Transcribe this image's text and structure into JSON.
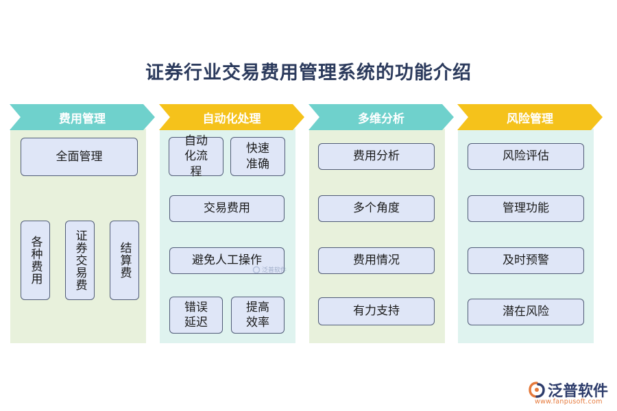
{
  "title": "证券行业交易费用管理系统的功能介绍",
  "columns": [
    {
      "header": "费用管理",
      "items": [
        "全面管理"
      ],
      "vertical_items": [
        "各种费用",
        "证券交易费",
        "结算费"
      ]
    },
    {
      "header": "自动化处理",
      "items": [
        "自动化流程",
        "快速准确",
        "交易费用",
        "避免人工操作",
        "错误延迟",
        "提高效率"
      ]
    },
    {
      "header": "多维分析",
      "items": [
        "费用分析",
        "多个角度",
        "费用情况",
        "有力支持"
      ]
    },
    {
      "header": "风险管理",
      "items": [
        "风险评估",
        "管理功能",
        "及时预警",
        "潜在风险"
      ]
    }
  ],
  "watermark": "泛普软件",
  "logo": {
    "name": "泛普软件",
    "url": "www.fanpusoft.com"
  },
  "colors": {
    "title": "#2b3a5c",
    "header_teal": "#6fd1cc",
    "header_yellow": "#f5c21b",
    "bg_green": "#e8f1dc",
    "bg_teal": "#dff3ef",
    "box_fill": "#dfe6f7",
    "box_border": "#4f5a76",
    "logo_orange": "#e5793b"
  }
}
